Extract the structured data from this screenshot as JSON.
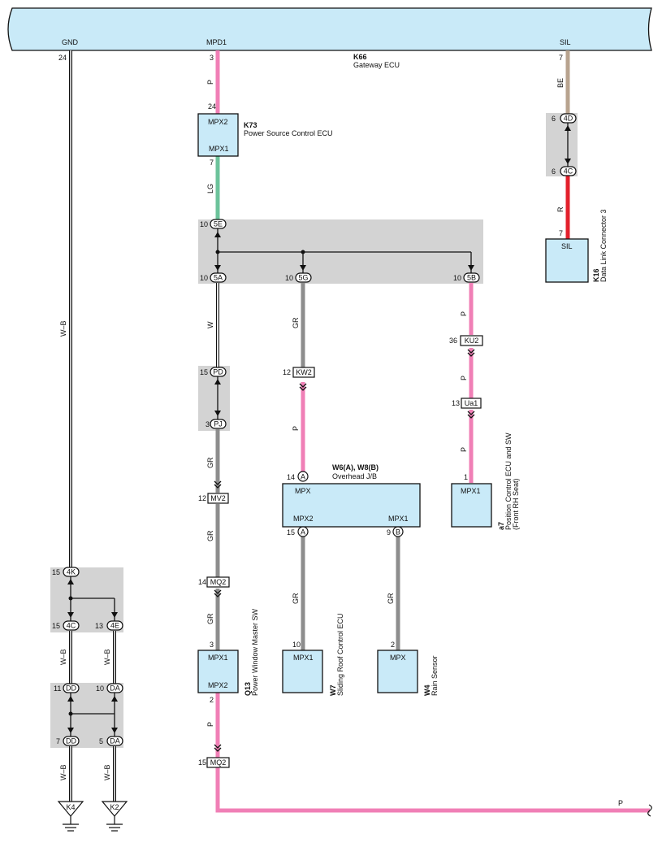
{
  "ecu_bar": {
    "id": "K66",
    "name": "Gateway ECU",
    "pins": {
      "gnd": {
        "label": "GND",
        "num": "24"
      },
      "mpd1": {
        "label": "MPD1",
        "num": "3"
      },
      "sil": {
        "label": "SIL",
        "num": "7"
      }
    }
  },
  "k73": {
    "id": "K73",
    "name": "Power Source Control ECU",
    "top": "MPX2",
    "bottom": "MPX1",
    "pin_top": "24",
    "pin_bottom": "7"
  },
  "k16": {
    "id": "K16",
    "name": "Data Link Connector 3",
    "label": "SIL",
    "pin": "7"
  },
  "w6": {
    "id": "W6(A), W8(B)",
    "name": "Overhead J/B",
    "top": "MPX",
    "left": "MPX2",
    "right": "MPX1",
    "pin_top": "14",
    "pin_left": "15",
    "pin_right": "9",
    "tag_a": "A",
    "tag_b": "B"
  },
  "a7": {
    "id": "a7",
    "name": "Position Control ECU and SW",
    "sub": "(Front RH Seat)",
    "label": "MPX1",
    "pin": "1"
  },
  "q13": {
    "id": "Q13",
    "name": "Power Window Master SW",
    "top": "MPX1",
    "bottom": "MPX2",
    "pin_top": "3",
    "pin_bottom": "2"
  },
  "w7": {
    "id": "W7",
    "name": "Sliding Roof Control ECU",
    "label": "MPX1",
    "pin": "10"
  },
  "w4": {
    "id": "W4",
    "name": "Rain Sensor",
    "label": "MPX",
    "pin": "2"
  },
  "grounds": [
    "K4",
    "K2"
  ],
  "wires": {
    "p": "P",
    "lg": "LG",
    "w": "W",
    "gr": "GR",
    "wb": "W–B",
    "be": "BE",
    "r": "R"
  },
  "connectors": {
    "jc_5e": {
      "num": "10",
      "tag": "5E"
    },
    "jc_5a": {
      "num": "10",
      "tag": "5A"
    },
    "jc_5g": {
      "num": "10",
      "tag": "5G"
    },
    "jc_5b": {
      "num": "10",
      "tag": "5B"
    },
    "jc_4d": {
      "num": "6",
      "tag": "4D"
    },
    "jc_4c_sil": {
      "num": "6",
      "tag": "4C"
    },
    "jc_pd": {
      "num": "15",
      "tag": "PD"
    },
    "jc_pj": {
      "num": "3",
      "tag": "PJ"
    },
    "jc_4k": {
      "num": "15",
      "tag": "4K"
    },
    "jc_4c": {
      "num": "15",
      "tag": "4C"
    },
    "jc_4e": {
      "num": "13",
      "tag": "4E"
    },
    "jc_dd1": {
      "num": "11",
      "tag": "DD"
    },
    "jc_da1": {
      "num": "10",
      "tag": "DA"
    },
    "jc_dd2": {
      "num": "7",
      "tag": "DD"
    },
    "jc_da2": {
      "num": "5",
      "tag": "DA"
    },
    "kw2": {
      "num": "12",
      "tag": "KW2"
    },
    "ku2": {
      "num": "36",
      "tag": "KU2"
    },
    "ua1": {
      "num": "13",
      "tag": "Ua1"
    },
    "mv2": {
      "num": "12",
      "tag": "MV2"
    },
    "mq2a": {
      "num": "14",
      "tag": "MQ2"
    },
    "mq2b": {
      "num": "15",
      "tag": "MQ2"
    }
  },
  "colors": {
    "pink": "#f07fb6",
    "green": "#6cc39b",
    "gray": "#8d8d8d",
    "tan": "#b8a38f",
    "red": "#e3202c",
    "component": "#c9eaf8",
    "junction": "#d3d3d3"
  }
}
